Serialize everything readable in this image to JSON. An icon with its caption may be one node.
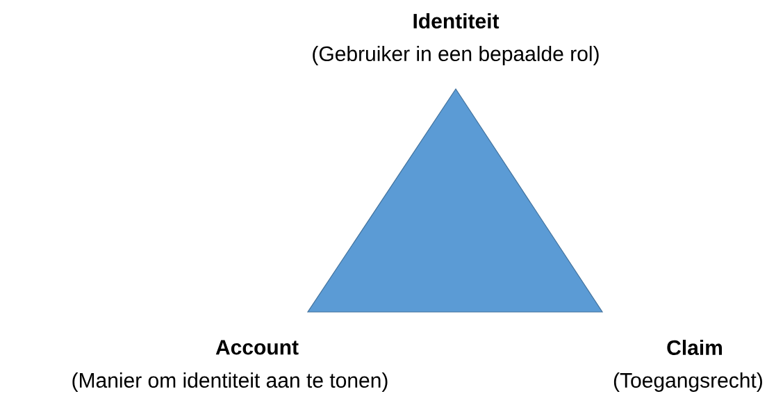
{
  "diagram": {
    "nodes": [
      {
        "text": [],
        "shape": "triangle"
      }
    ],
    "labels": [
      "Identiteit",
      "(Gebruiker in een bepaalde rol)",
      "Account",
      "(Manier om identiteit aan te tonen)",
      "Claim",
      "(Toegangsrecht)"
    ]
  }
}
